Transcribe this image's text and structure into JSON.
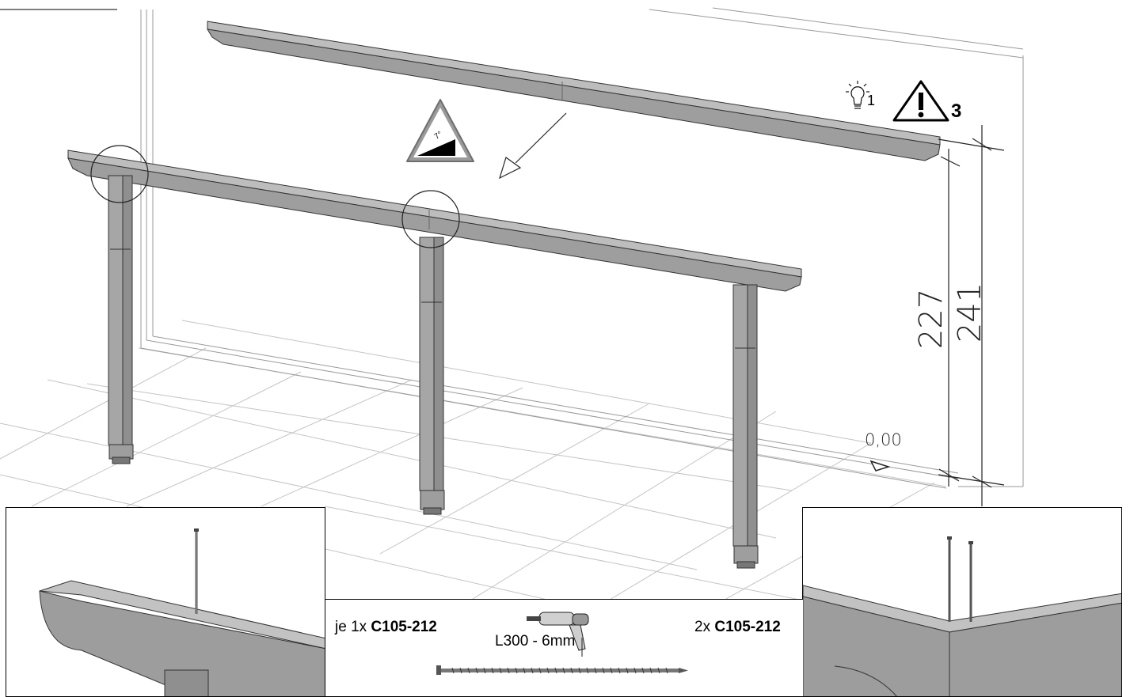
{
  "icons": {
    "slope": {
      "name": "slope-warning-icon",
      "label": "7°"
    },
    "tip": {
      "name": "lightbulb-icon",
      "label": "1"
    },
    "warning": {
      "name": "warning-icon",
      "label": "3"
    }
  },
  "dimensions": {
    "inner_height": "227",
    "outer_height": "241",
    "floor_level": "0,00"
  },
  "fasteners": {
    "left_callout": {
      "prefix": "je 1x",
      "part": "C105-212"
    },
    "right_callout": {
      "prefix": "2x",
      "part": "C105-212"
    },
    "drill_spec": "L300 - 6mm",
    "drill_icon": "power-drill-icon",
    "screw_icon": "long-screw-icon"
  },
  "colors": {
    "beam": "#a3a3a3",
    "beam_dark": "#8c8c8c",
    "outline": "#333333",
    "grid": "#c8c8c8",
    "panel_border": "#000000"
  }
}
